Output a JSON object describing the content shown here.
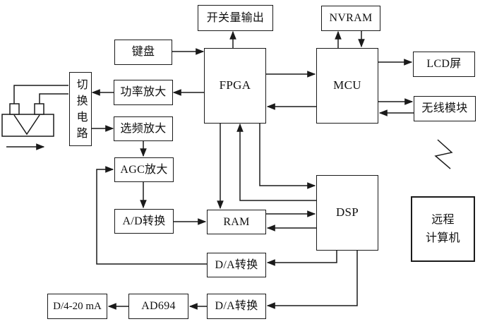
{
  "blocks": {
    "switch_output": "开关量输出",
    "nvram": "NVRAM",
    "keyboard": "键盘",
    "fpga": "FPGA",
    "mcu": "MCU",
    "lcd_screen": "LCD屏",
    "power_amp": "功率放大",
    "wireless_module": "无线模块",
    "switch_circuit": "切换电路",
    "freq_select_amp": "选频放大",
    "agc_amp": "AGC放大",
    "adc": "A/D转换",
    "ram": "RAM",
    "dsp": "DSP",
    "dac_feedback": "D/A转换",
    "remote_computer": "远程\n计算机",
    "current_output": "D/4-20 mA",
    "ad694": "AD694",
    "dac_output": "D/A转换"
  },
  "icons": {
    "wireless_link": "zigzag-lightning",
    "probe": "ultrasonic-dual-probe-on-workpiece",
    "scan_direction": "right-arrow"
  },
  "colors": {
    "line": "#1a1a1a",
    "background": "#ffffff",
    "box_fill": "#ffffff"
  }
}
